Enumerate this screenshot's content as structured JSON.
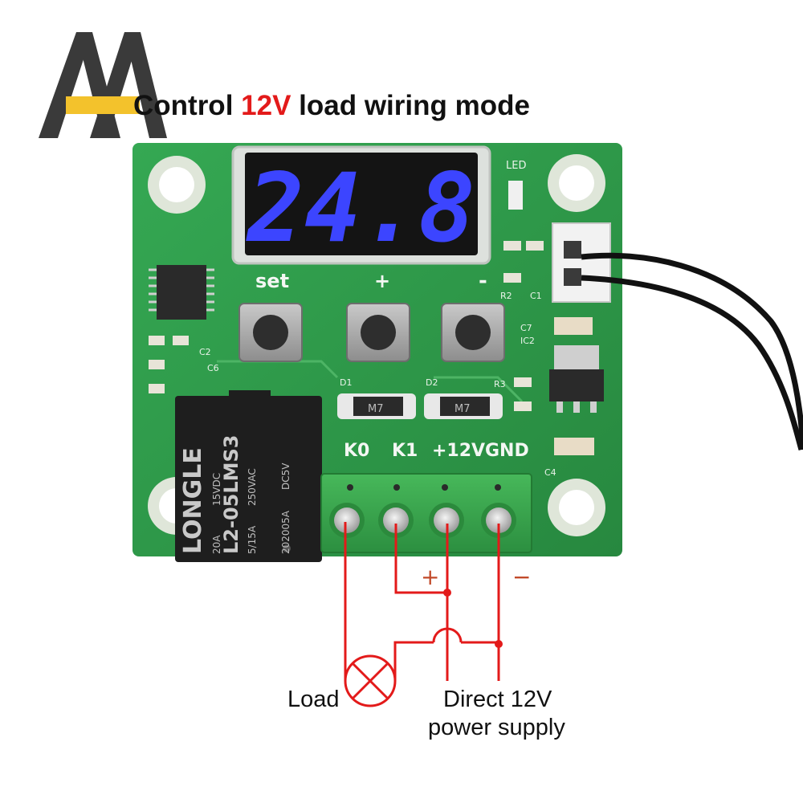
{
  "title": {
    "prefix": "Control ",
    "voltage": "12V",
    "suffix": " load wiring mode"
  },
  "display": {
    "reading": "24.8"
  },
  "board": {
    "button_labels": {
      "set": "set",
      "plus": "+",
      "minus": "-"
    },
    "led_label": "LED",
    "terminal_labels": [
      "K0",
      "K1",
      "+12V",
      "GND"
    ],
    "components": {
      "r2": "R2",
      "c1": "C1",
      "c7": "C7",
      "ic2": "IC2",
      "r3": "R3",
      "d1": "D1",
      "d2": "D2",
      "c4": "C4",
      "c2": "C2",
      "c6": "C6",
      "diode_mark": "M7"
    },
    "relay": {
      "brand": "LONGLE",
      "model": "L2-05LMS3",
      "ratings": [
        "20A",
        "5/15A",
        "15VDC",
        "250VAC",
        "DC5V",
        "202005A"
      ]
    }
  },
  "wiring": {
    "plus_sign": "+",
    "minus_sign": "−",
    "load_label": "Load",
    "supply_label_line1": "Direct 12V",
    "supply_label_line2": "power supply"
  },
  "colors": {
    "pcb": "#2e9a4a",
    "pcb_dark": "#23803b",
    "terminal_block": "#37a84a",
    "wire_red": "#e31a1a",
    "display_digits": "#3c45ff",
    "title_accent": "#e31a1a"
  }
}
